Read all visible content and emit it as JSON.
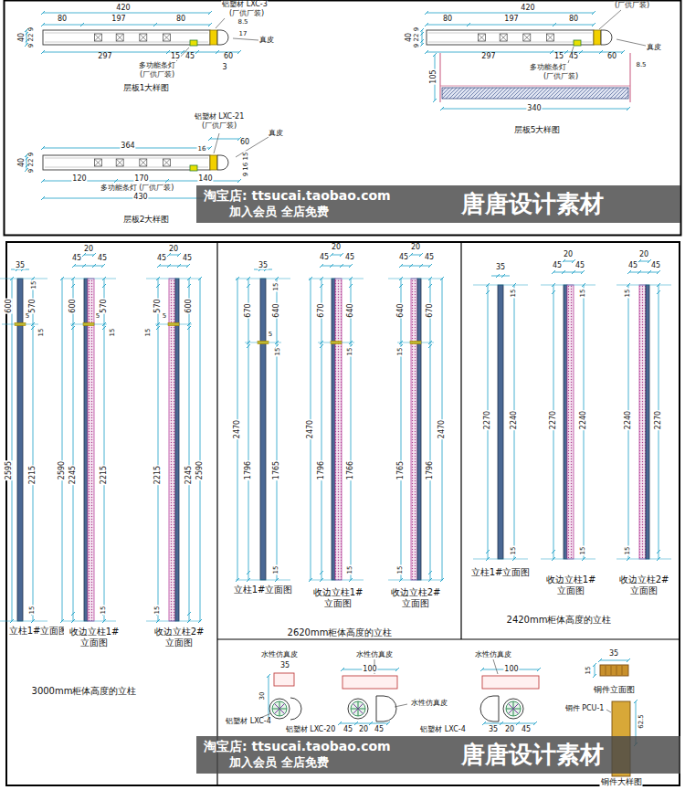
{
  "diagram": {
    "nodes": [
      {
        "text": [
          "淘宝店: ttsucai.taobao.com",
          "加入会员 全店免费",
          "唐唐设计素材"
        ]
      },
      {
        "text": [
          "淘宝店: ttsucai.taobao.com",
          "加入会员 全店免费",
          "唐唐设计素材"
        ]
      }
    ],
    "labels": [
      "420",
      "80",
      "197",
      "80",
      "铝塑材 LXC-3",
      "(厂供厂装)",
      "8.5",
      "17",
      "真皮",
      "40",
      "9 22 9",
      "297",
      "15",
      "45",
      "60",
      "3",
      "多功能条灯",
      "(厂供厂装)",
      "层板1大样图",
      "420",
      "(厂供厂装)",
      "80",
      "197",
      "80",
      "40",
      "9 22 9",
      "真皮",
      "297",
      "15",
      "45",
      "60",
      "8.5",
      "多功能条灯",
      "(厂供厂装)",
      "105",
      "340",
      "层板5大样图",
      "铝塑材 LXC-21",
      "(厂供厂装)",
      "真皮",
      "60",
      "364",
      "40",
      "9 22 9",
      "16",
      "9 16 15",
      "120",
      "170",
      "140",
      "多功能条灯 (厂供厂装)",
      "430",
      "层板2大样图",
      "35",
      "20",
      "45",
      "45",
      "20",
      "45",
      "45",
      "15",
      "600",
      "570",
      "5",
      "15",
      "2595",
      "2215",
      "15",
      "600",
      "570",
      "5",
      "15",
      "2590",
      "2245",
      "2215",
      "15",
      "570",
      "600",
      "5",
      "15",
      "2215",
      "2245",
      "2590",
      "15",
      "立柱1#立面图",
      "收边立柱1# 立面图",
      "收边立柱2# 立面图",
      "3000mm柜体高度的立柱",
      "35",
      "20",
      "45",
      "45",
      "20",
      "45",
      "45",
      "15",
      "670",
      "640",
      "5",
      "15",
      "670",
      "640",
      "15",
      "640",
      "670",
      "15",
      "2470",
      "1796",
      "1765",
      "2470",
      "1796",
      "1766",
      "1765",
      "1796",
      "2470",
      "15",
      "15",
      "15",
      "立柱1#立面图",
      "收边立柱1# 立面图",
      "收边立柱2# 立面图",
      "2620mm柜体高度的立柱",
      "35",
      "20",
      "45",
      "45",
      "20",
      "45",
      "45",
      "15",
      "15",
      "15",
      "2270",
      "2240",
      "2270",
      "2240",
      "2240",
      "2270",
      "15",
      "15",
      "15",
      "立柱1#立面图",
      "收边立柱1# 立面图",
      "收边立柱2# 立面图",
      "2420mm柜体高度的立柱",
      "水性仿真皮",
      "35",
      "水性仿真皮",
      "100",
      "水性仿真皮",
      "100",
      "35",
      "15",
      "铜件立面图",
      "30",
      "铝塑材 LXC-4",
      "水性仿真皮",
      "铜件 PCU-1",
      "62.5",
      "铝塑材 LXC-20",
      "45",
      "20",
      "45",
      "铝塑材 LXC-4",
      "35",
      "20",
      "45",
      "铜件大样图"
    ]
  }
}
